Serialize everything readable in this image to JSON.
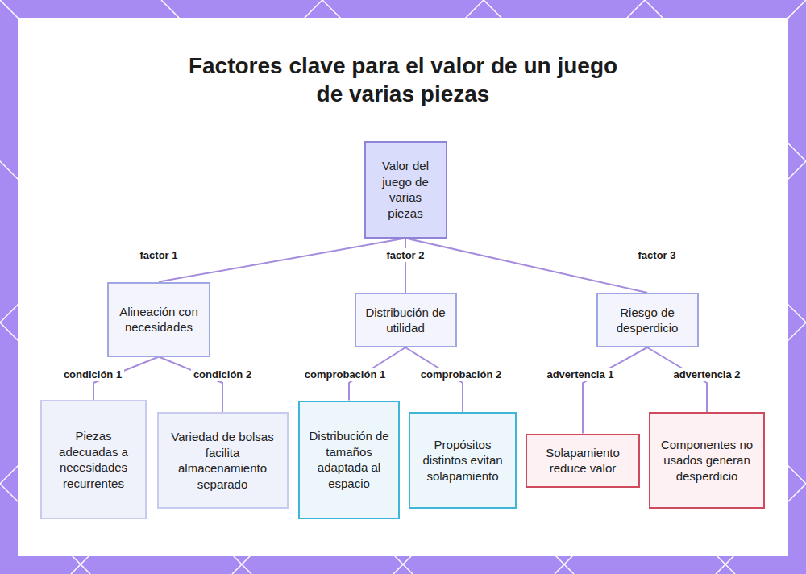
{
  "diagram": {
    "title": "Factores clave para el valor de un juego de varias piezas",
    "nodes": [
      {
        "text": [
          "Valor del juego de varias piezas"
        ]
      },
      {
        "text": [
          "Alineación con necesidades"
        ]
      },
      {
        "text": [
          "Distribución de utilidad"
        ]
      },
      {
        "text": [
          "Riesgo de desperdicio"
        ]
      },
      {
        "text": [
          "Piezas adecuadas a necesidades recurrentes"
        ]
      },
      {
        "text": [
          "Variedad de bolsas facilita almacenamiento separado"
        ]
      },
      {
        "text": [
          "Distribución de tamaños adaptada al espacio"
        ]
      },
      {
        "text": [
          "Propósitos distintos evitan solapamiento"
        ]
      },
      {
        "text": [
          "Solapamiento reduce valor"
        ]
      },
      {
        "text": [
          "Componentes no usados generan desperdicio"
        ]
      }
    ],
    "edges": [
      {
        "from": 0,
        "to": 1,
        "arrow": "none",
        "label": "factor 1"
      },
      {
        "from": 0,
        "to": 2,
        "arrow": "none",
        "label": "factor 2"
      },
      {
        "from": 0,
        "to": 3,
        "arrow": "none",
        "label": "factor 3"
      },
      {
        "from": 1,
        "to": 4,
        "arrow": "none",
        "label": "condición 1"
      },
      {
        "from": 1,
        "to": 5,
        "arrow": "none",
        "label": "condición 2"
      },
      {
        "from": 2,
        "to": 6,
        "arrow": "none",
        "label": "comprobación 1"
      },
      {
        "from": 2,
        "to": 7,
        "arrow": "none",
        "label": "comprobación 2"
      },
      {
        "from": 3,
        "to": 8,
        "arrow": "none",
        "label": "advertencia 1"
      },
      {
        "from": 3,
        "to": 9,
        "arrow": "none",
        "label": "advertencia 2"
      }
    ]
  }
}
